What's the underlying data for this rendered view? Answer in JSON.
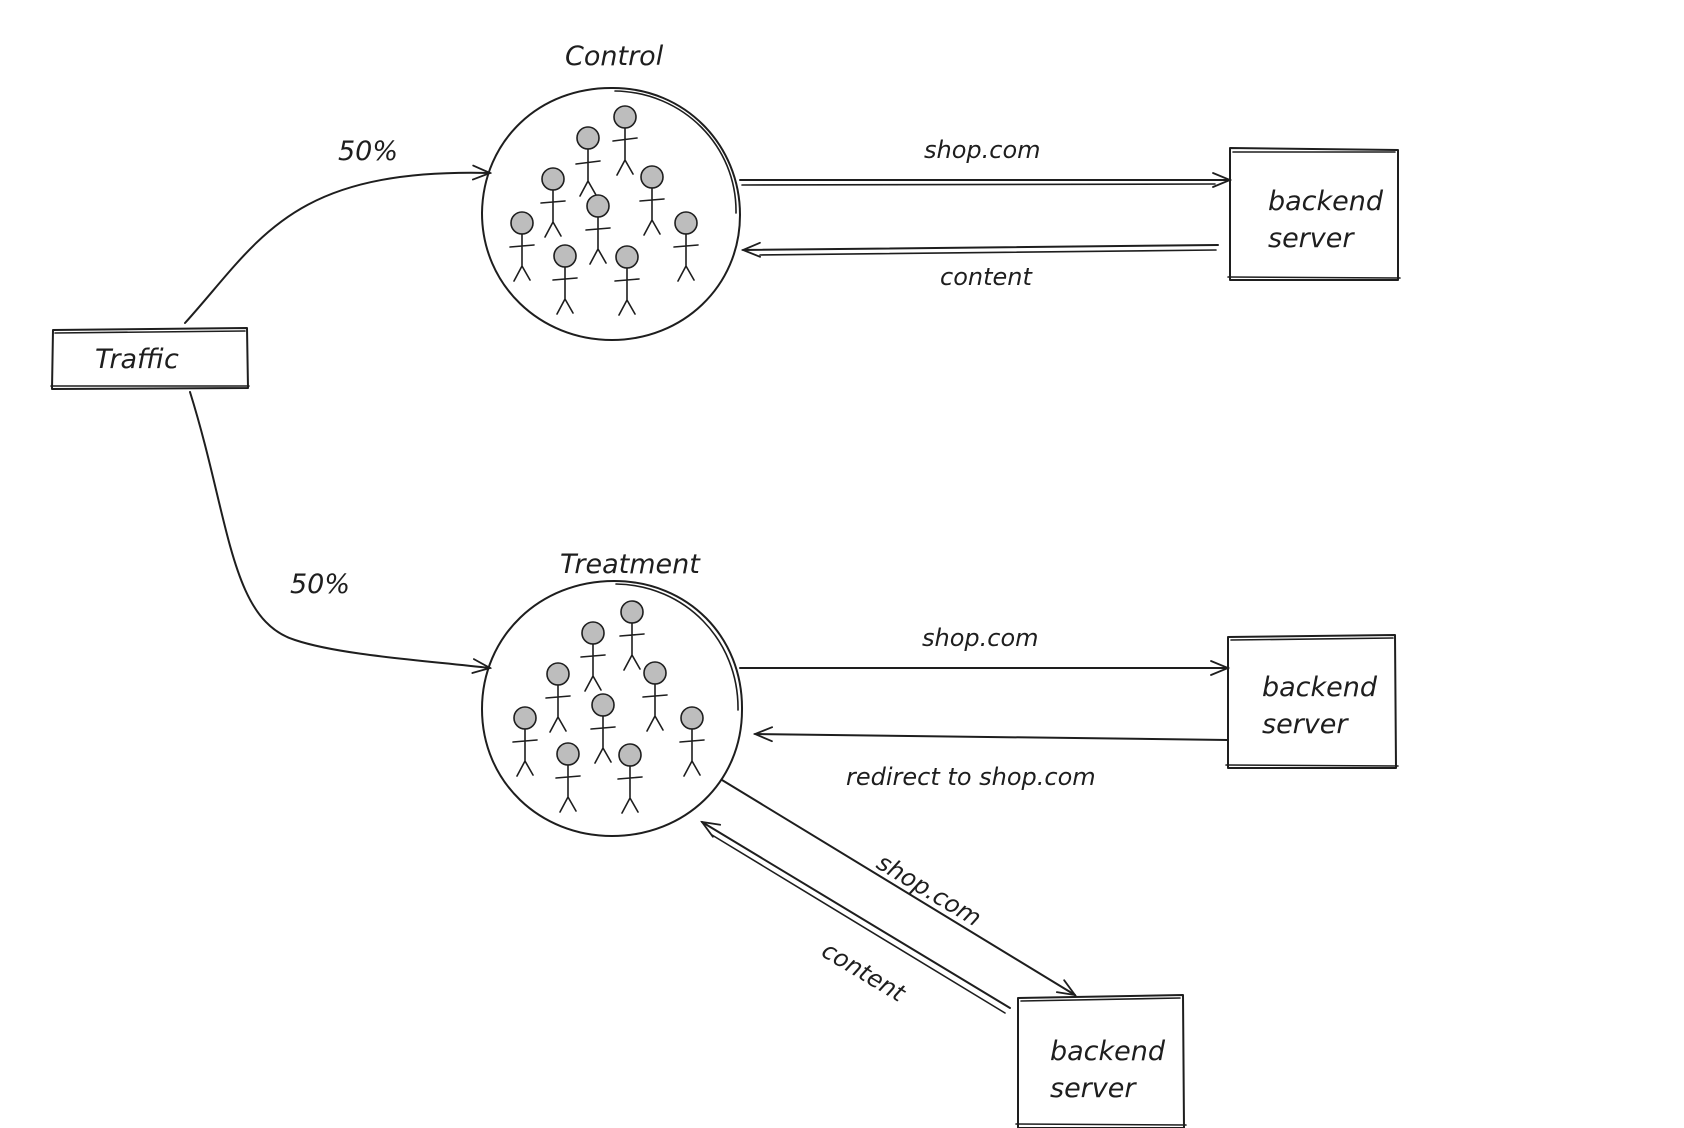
{
  "nodes": {
    "traffic": "Traffic",
    "control": "Control",
    "treatment": "Treatment",
    "backend_control": [
      "backend",
      "server"
    ],
    "backend_treatment": [
      "backend",
      "server"
    ],
    "backend_redirect": [
      "backend",
      "server"
    ]
  },
  "edges": {
    "traffic_to_control": "50%",
    "traffic_to_treatment": "50%",
    "control_request": "shop.com",
    "control_response": "content",
    "treatment_request": "shop.com",
    "treatment_response": "redirect to shop.com",
    "redirect_request": "shop.com",
    "redirect_response": "content"
  }
}
